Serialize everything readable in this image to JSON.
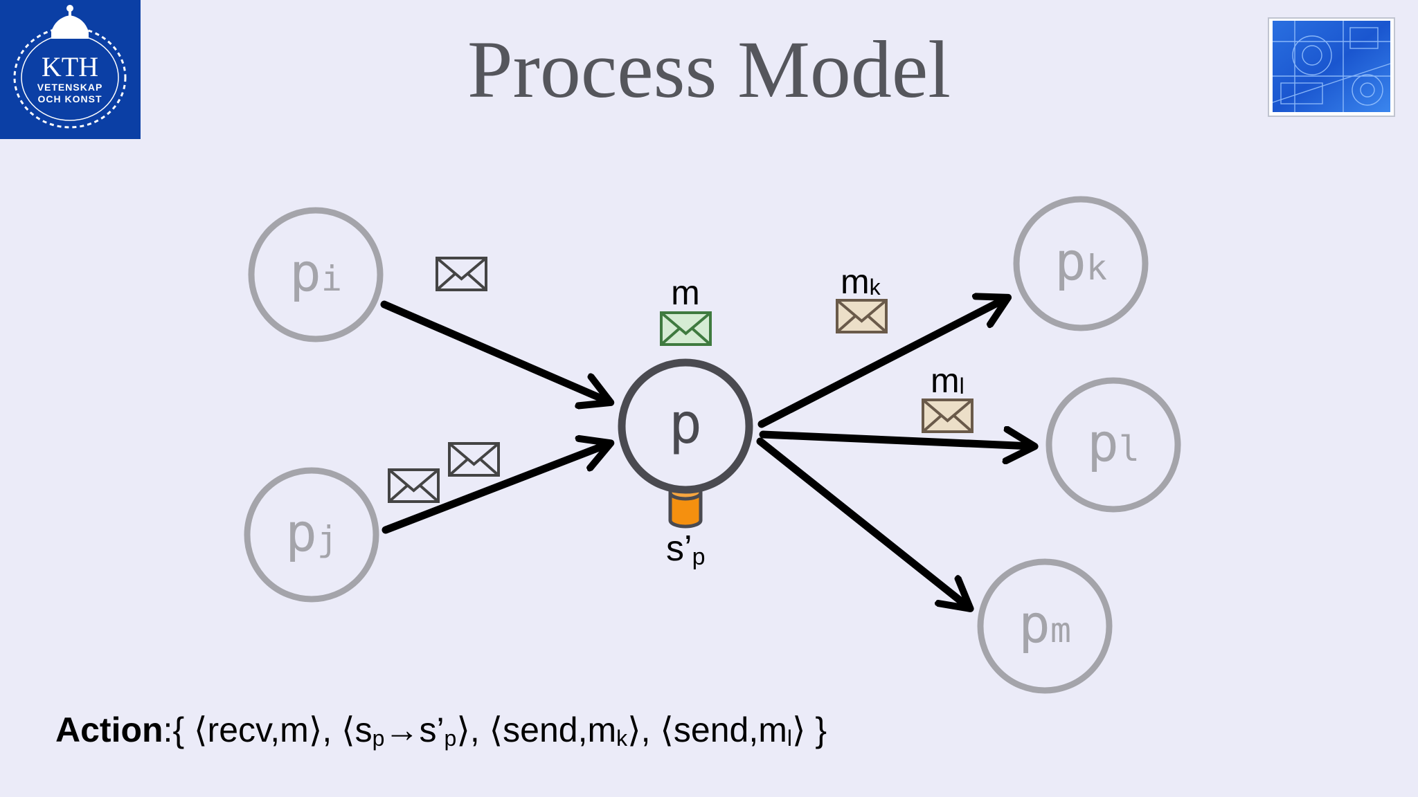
{
  "slide": {
    "title": "Process Model"
  },
  "logo": {
    "name": "KTH",
    "line1": "VETENSKAP",
    "line2": "OCH KONST",
    "background": "#0b3fa5"
  },
  "nodes": {
    "central": {
      "name": "p"
    },
    "pi": {
      "base": "p",
      "sub": "i"
    },
    "pj": {
      "base": "p",
      "sub": "j"
    },
    "pk": {
      "base": "p",
      "sub": "k"
    },
    "pl": {
      "base": "p",
      "sub": "l"
    },
    "pm": {
      "base": "p",
      "sub": "m"
    }
  },
  "messages": {
    "m": {
      "base": "m",
      "sub": ""
    },
    "mk": {
      "base": "m",
      "sub": "k"
    },
    "ml": {
      "base": "m",
      "sub": "l"
    }
  },
  "state": {
    "base": "s’",
    "sub": "p",
    "color": "#f5900f"
  },
  "action": {
    "label": "Action",
    "open": ":{ ",
    "recv": "⟨recv,m⟩, ",
    "trans_pre": "⟨s",
    "trans_sub1": "p",
    "trans_arrow": "→s’",
    "trans_sub2": "p",
    "trans_post": "⟩, ",
    "send1_pre": "⟨send,m",
    "send1_sub": "k",
    "send1_post": "⟩, ",
    "send2_pre": "⟨send,m",
    "send2_sub": "l",
    "send2_post": "⟩ }"
  },
  "colors": {
    "background": "#ebebf8",
    "ghost_node": "#a4a4aa",
    "central_node": "#4a4a50",
    "arrow": "#000000",
    "envelope_received": "#d6ecd4",
    "envelope_sent": "#ecdfc8",
    "envelope_pending": "#ebebf8"
  }
}
